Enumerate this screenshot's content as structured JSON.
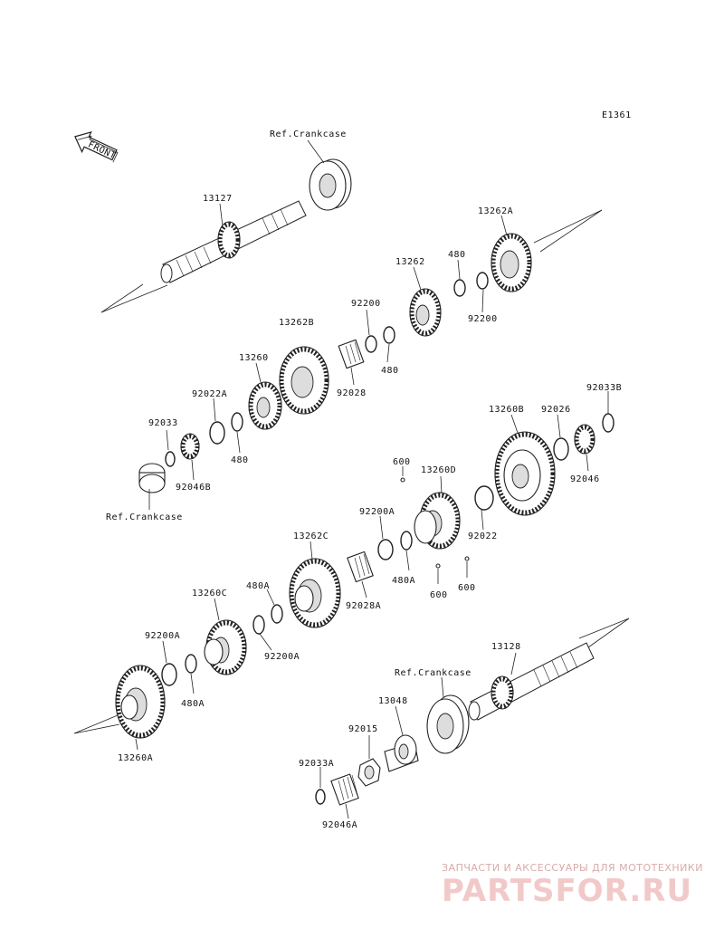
{
  "diagram_code": "E1361",
  "front_label": "FRONT",
  "labels": {
    "ref_crankcase_top": "Ref.Crankcase",
    "p13127": "13127",
    "p13262A": "13262A",
    "p480_a": "480",
    "p13262": "13262",
    "p92200_a": "92200",
    "p92200_b": "92200",
    "p13262B": "13262B",
    "p480_b": "480",
    "p92028": "92028",
    "p13260": "13260",
    "p92022A": "92022A",
    "p92033": "92033",
    "p480_c": "480",
    "p92046B": "92046B",
    "ref_crankcase_left": "Ref.Crankcase",
    "p13260B": "13260B",
    "p92026": "92026",
    "p92033B": "92033B",
    "p92046": "92046",
    "p600_a": "600",
    "p13260D": "13260D",
    "p92200A_a": "92200A",
    "p92022": "92022",
    "p13262C": "13262C",
    "p480A_a": "480A",
    "p480A_b": "480A",
    "p600_b": "600",
    "p600_c": "600",
    "p92028A": "92028A",
    "p13260C": "13260C",
    "p92200A_b": "92200A",
    "p92200A_c": "92200A",
    "p480A_c": "480A",
    "p13260A": "13260A",
    "p13128": "13128",
    "ref_crankcase_bottom": "Ref.Crankcase",
    "p13048": "13048",
    "p92015": "92015",
    "p92033A": "92033A",
    "p92046A": "92046A"
  },
  "watermark": {
    "tagline": "ЗАПЧАСТИ И АКСЕССУАРЫ ДЛЯ МОТОТЕХНИКИ",
    "brand": "PARTSFOR.RU"
  }
}
